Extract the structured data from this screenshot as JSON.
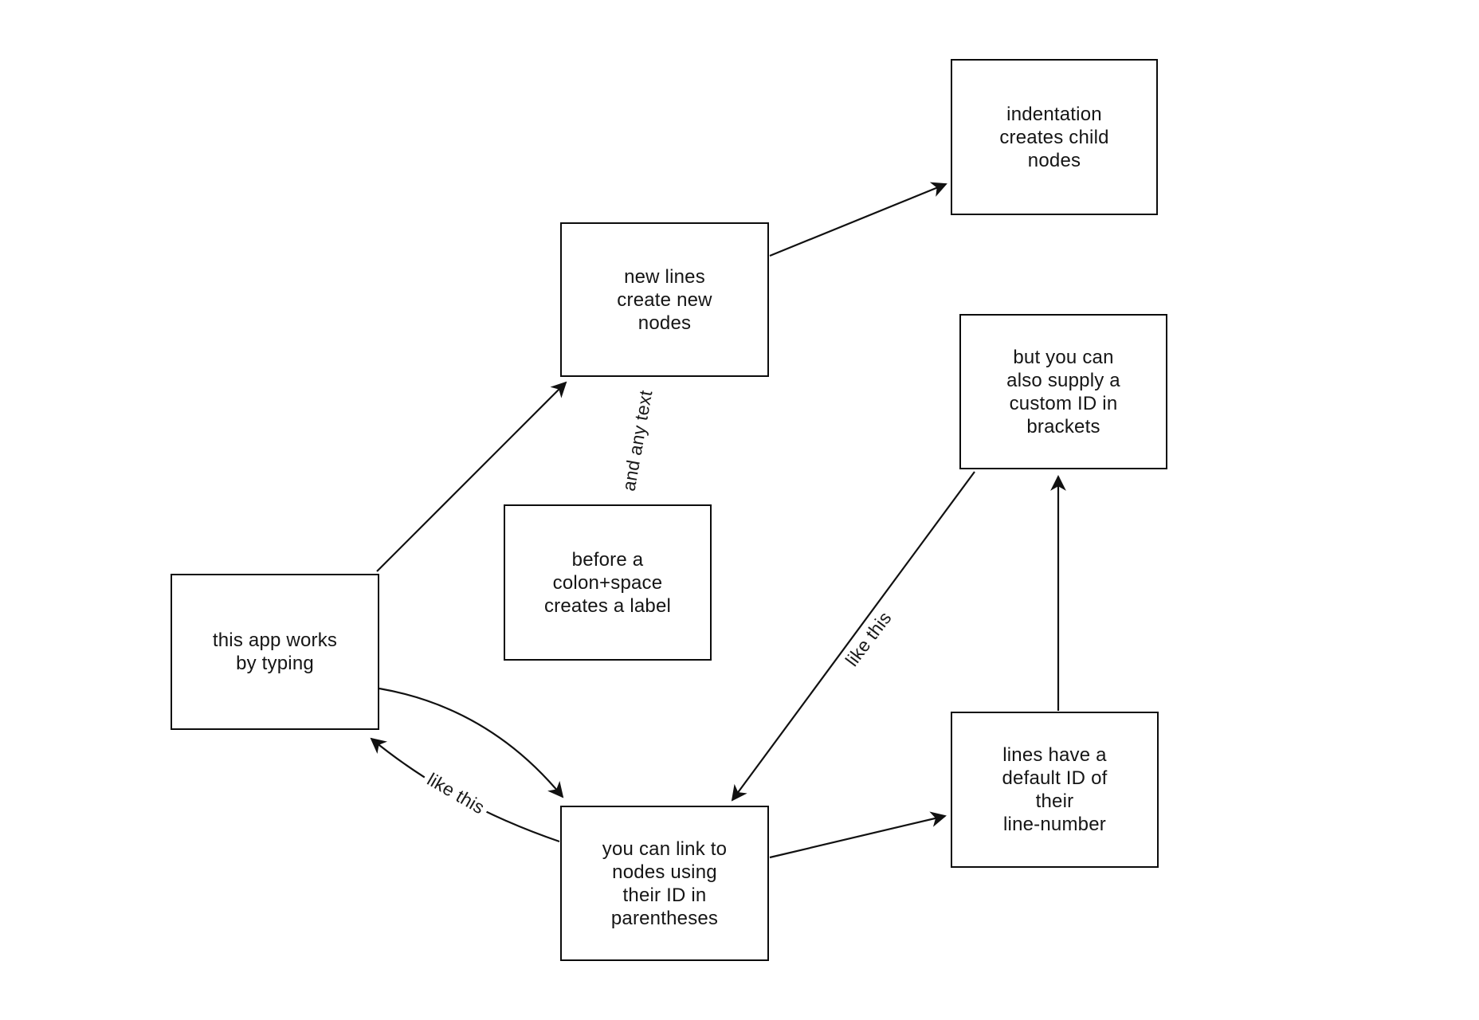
{
  "diagram": {
    "background_color": "#ffffff",
    "stroke_color": "#111111",
    "text_color": "#151515",
    "nodes": [
      {
        "id": "this-app",
        "label": "this app works\nby typing"
      },
      {
        "id": "new-lines",
        "label": "new lines\ncreate new\nnodes"
      },
      {
        "id": "indentation",
        "label": "indentation\ncreates child\nnodes"
      },
      {
        "id": "before-colon",
        "label": "before a\ncolon+space\ncreates a label"
      },
      {
        "id": "you-can-link",
        "label": "you can link to\nnodes using\ntheir ID in\nparentheses"
      },
      {
        "id": "lines-have",
        "label": "lines have a\ndefault ID of\ntheir\nline-number"
      },
      {
        "id": "but-you-can",
        "label": "but you can\nalso supply a\ncustom ID in\nbrackets"
      }
    ],
    "edges": [
      {
        "from": "this-app",
        "to": "new-lines",
        "label": ""
      },
      {
        "from": "new-lines",
        "to": "indentation",
        "label": ""
      },
      {
        "from": "before-colon",
        "to": "new-lines",
        "label": "and any text"
      },
      {
        "from": "this-app",
        "to": "you-can-link",
        "label": ""
      },
      {
        "from": "you-can-link",
        "to": "this-app",
        "label": "like this"
      },
      {
        "from": "you-can-link",
        "to": "lines-have",
        "label": ""
      },
      {
        "from": "lines-have",
        "to": "but-you-can",
        "label": ""
      },
      {
        "from": "but-you-can",
        "to": "you-can-link",
        "label": "like this"
      }
    ]
  }
}
